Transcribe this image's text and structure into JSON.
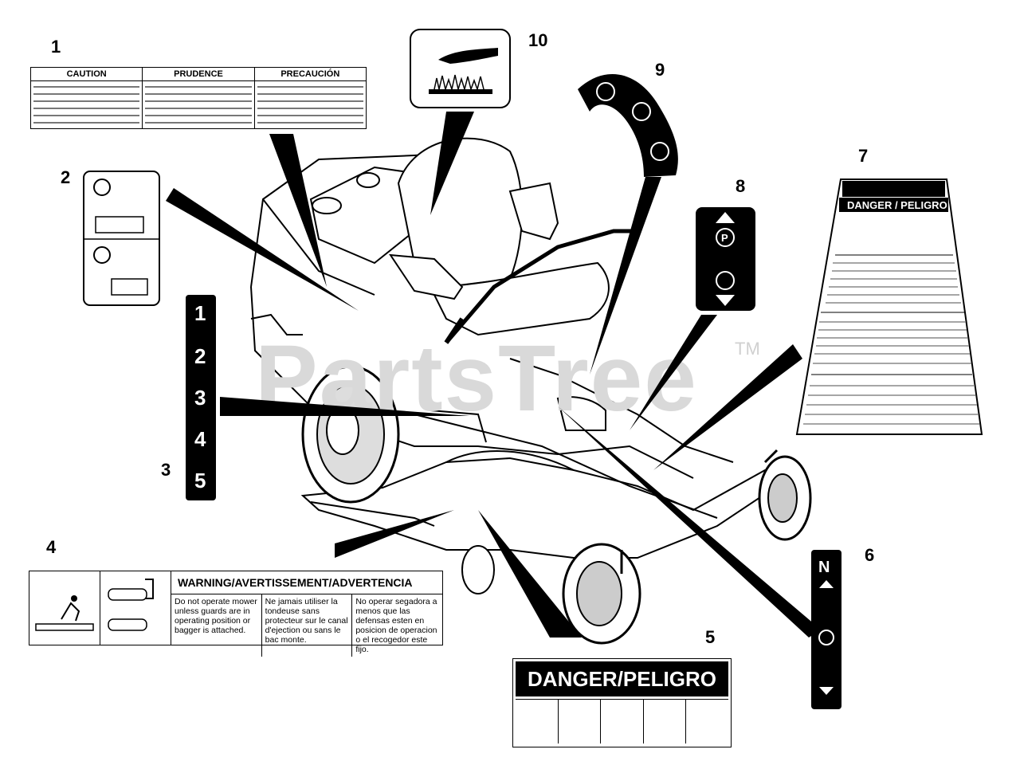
{
  "watermark": {
    "text": "PartsTree",
    "trademark": "TM"
  },
  "callouts": [
    "1",
    "2",
    "3",
    "4",
    "5",
    "6",
    "7",
    "8",
    "9",
    "10"
  ],
  "decal1": {
    "headers": [
      "CAUTION",
      "PRUDENCE",
      "PRECAUCIÓN"
    ]
  },
  "decal3": {
    "numbers": [
      "1",
      "2",
      "3",
      "4",
      "5"
    ]
  },
  "decal4": {
    "title": "WARNING/AVERTISSEMENT/ADVERTENCIA",
    "columns": [
      "Do not operate mower unless guards are in operating position or bagger is attached.",
      "Ne jamais utiliser la tondeuse sans protecteur sur le canal d'ejection ou sans le bac monte.",
      "No operar segadora a menos que las defensas esten en posicion de operacion o el recogedor este fijo."
    ]
  },
  "decal5": {
    "title": "DANGER/PELIGRO"
  },
  "decal6": {
    "letter": "N"
  },
  "decal7": {
    "title": "DANGER / PELIGRO"
  },
  "decal8": {
    "symbol": "P"
  },
  "colors": {
    "ink": "#000000",
    "paper": "#ffffff",
    "watermark": "#d9d9d9"
  }
}
